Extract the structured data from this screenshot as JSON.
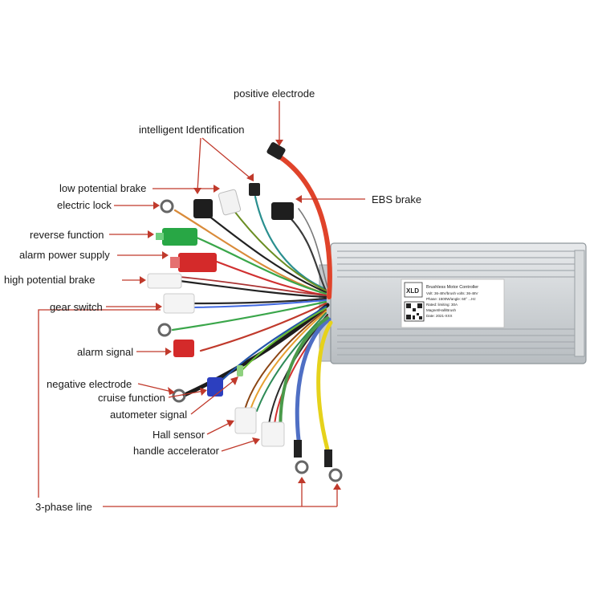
{
  "labels": {
    "positive_electrode": "positive electrode",
    "intelligent_identification": "intelligent Identification",
    "low_potential_brake": "low potential brake",
    "electric_lock": "electric lock",
    "ebs_brake": "EBS brake",
    "reverse_function": "reverse function",
    "alarm_power_supply": "alarm power supply",
    "high_potential_brake": "high potential brake",
    "gear_switch": "gear switch",
    "alarm_signal": "alarm signal",
    "negative_electrode": "negative electrode",
    "cruise_function": "cruise function",
    "autometer_signal": "autometer signal",
    "hall_sensor": "Hall sensor",
    "handle_accelerator": "handle accelerator",
    "three_phase_line": "3-phase line"
  },
  "controller": {
    "logo": "XLD",
    "sticker_title": "Brushless Motor Controller",
    "sticker_lines": [
      "Volt: 36-48V/brush volts: 36-48V",
      "Phase: 1500W/angle: 60° ...Hz",
      "Rated: limiting: 30A",
      "Magnet/Hall/Brush",
      "Date: 2021-XXX"
    ]
  },
  "colors": {
    "pointer": "#c0392b",
    "case": "#cfd3d6",
    "red_wire": "#e0432a",
    "blue_wire": "#4f6fc4",
    "yellow_wire": "#e6d21b",
    "green_wire": "#3aa64a"
  }
}
